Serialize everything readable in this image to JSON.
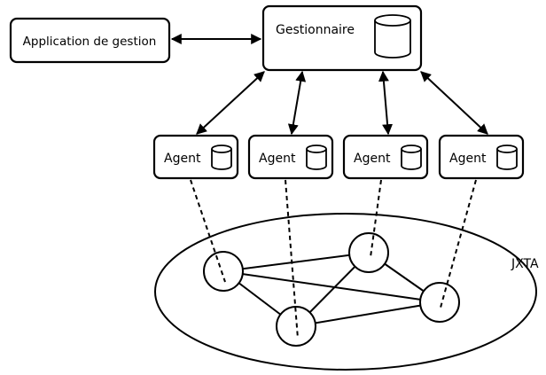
{
  "app": {
    "label": "Application de gestion"
  },
  "manager": {
    "label": "Gestionnaire"
  },
  "agents": [
    {
      "label": "Agent"
    },
    {
      "label": "Agent"
    },
    {
      "label": "Agent"
    },
    {
      "label": "Agent"
    }
  ],
  "network": {
    "label": "JXTA"
  }
}
